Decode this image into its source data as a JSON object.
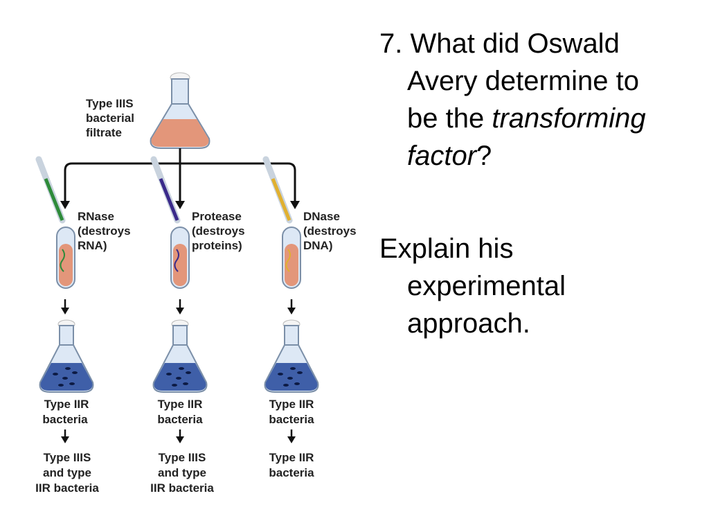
{
  "question": {
    "line1": "7. What did Oswald",
    "line2": "Avery determine to",
    "line3_prefix": "be the ",
    "line3_italic": "transforming",
    "line4_italic": "factor",
    "line4_suffix": "?"
  },
  "explain": {
    "line1": "Explain his",
    "line2": "experimental",
    "line3": "approach."
  },
  "diagram": {
    "source_label": [
      "Type IIIS",
      "bacterial",
      "filtrate"
    ],
    "enzymes": [
      {
        "lines": [
          "RNase",
          "(destroys",
          "RNA)"
        ]
      },
      {
        "lines": [
          "Protease",
          "(destroys",
          "proteins)"
        ]
      },
      {
        "lines": [
          "DNase",
          "(destroys",
          "DNA)"
        ]
      }
    ],
    "culture_labels": [
      [
        "Type IIR",
        "bacteria"
      ],
      [
        "Type IIR",
        "bacteria"
      ],
      [
        "Type IIR",
        "bacteria"
      ]
    ],
    "results": [
      [
        "Type IIIS",
        "and type",
        "IIR bacteria"
      ],
      [
        "Type IIIS",
        "and type",
        "IIR bacteria"
      ],
      [
        "Type IIR",
        "bacteria"
      ]
    ],
    "colors": {
      "filtrate": "#e3967a",
      "flask_glass": "#dde8f5",
      "culture": "#3f5fa8",
      "pipette_rnase": "#2e8b3a",
      "pipette_protease": "#3a2a8a",
      "pipette_dnase": "#e0b030"
    }
  }
}
